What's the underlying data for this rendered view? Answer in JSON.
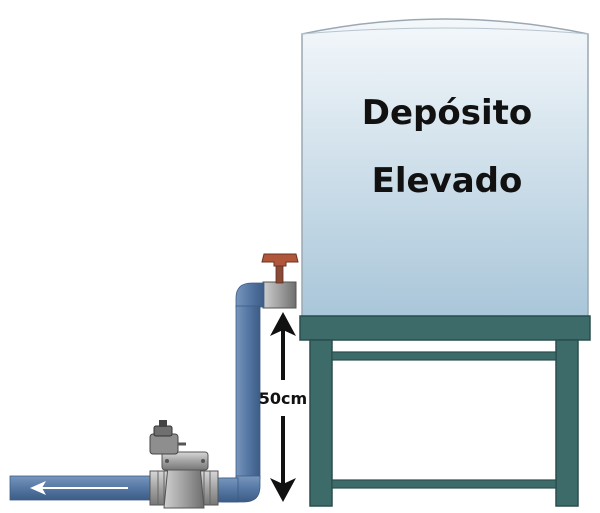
{
  "tank": {
    "line1": "Depósito",
    "line2": "Elevado"
  },
  "dimension": {
    "label": "50cm"
  },
  "colors": {
    "tank_top": "#f4f8fb",
    "tank_bottom": "#a9c6d9",
    "stand": "#3d6b6a",
    "stand_dark": "#2a4e4d",
    "pipe": "#5577a3",
    "pipe_dark": "#3c5c86",
    "valve_body": "#9c9c9c",
    "faucet_handle": "#b0563a",
    "arrow": "#111111"
  }
}
